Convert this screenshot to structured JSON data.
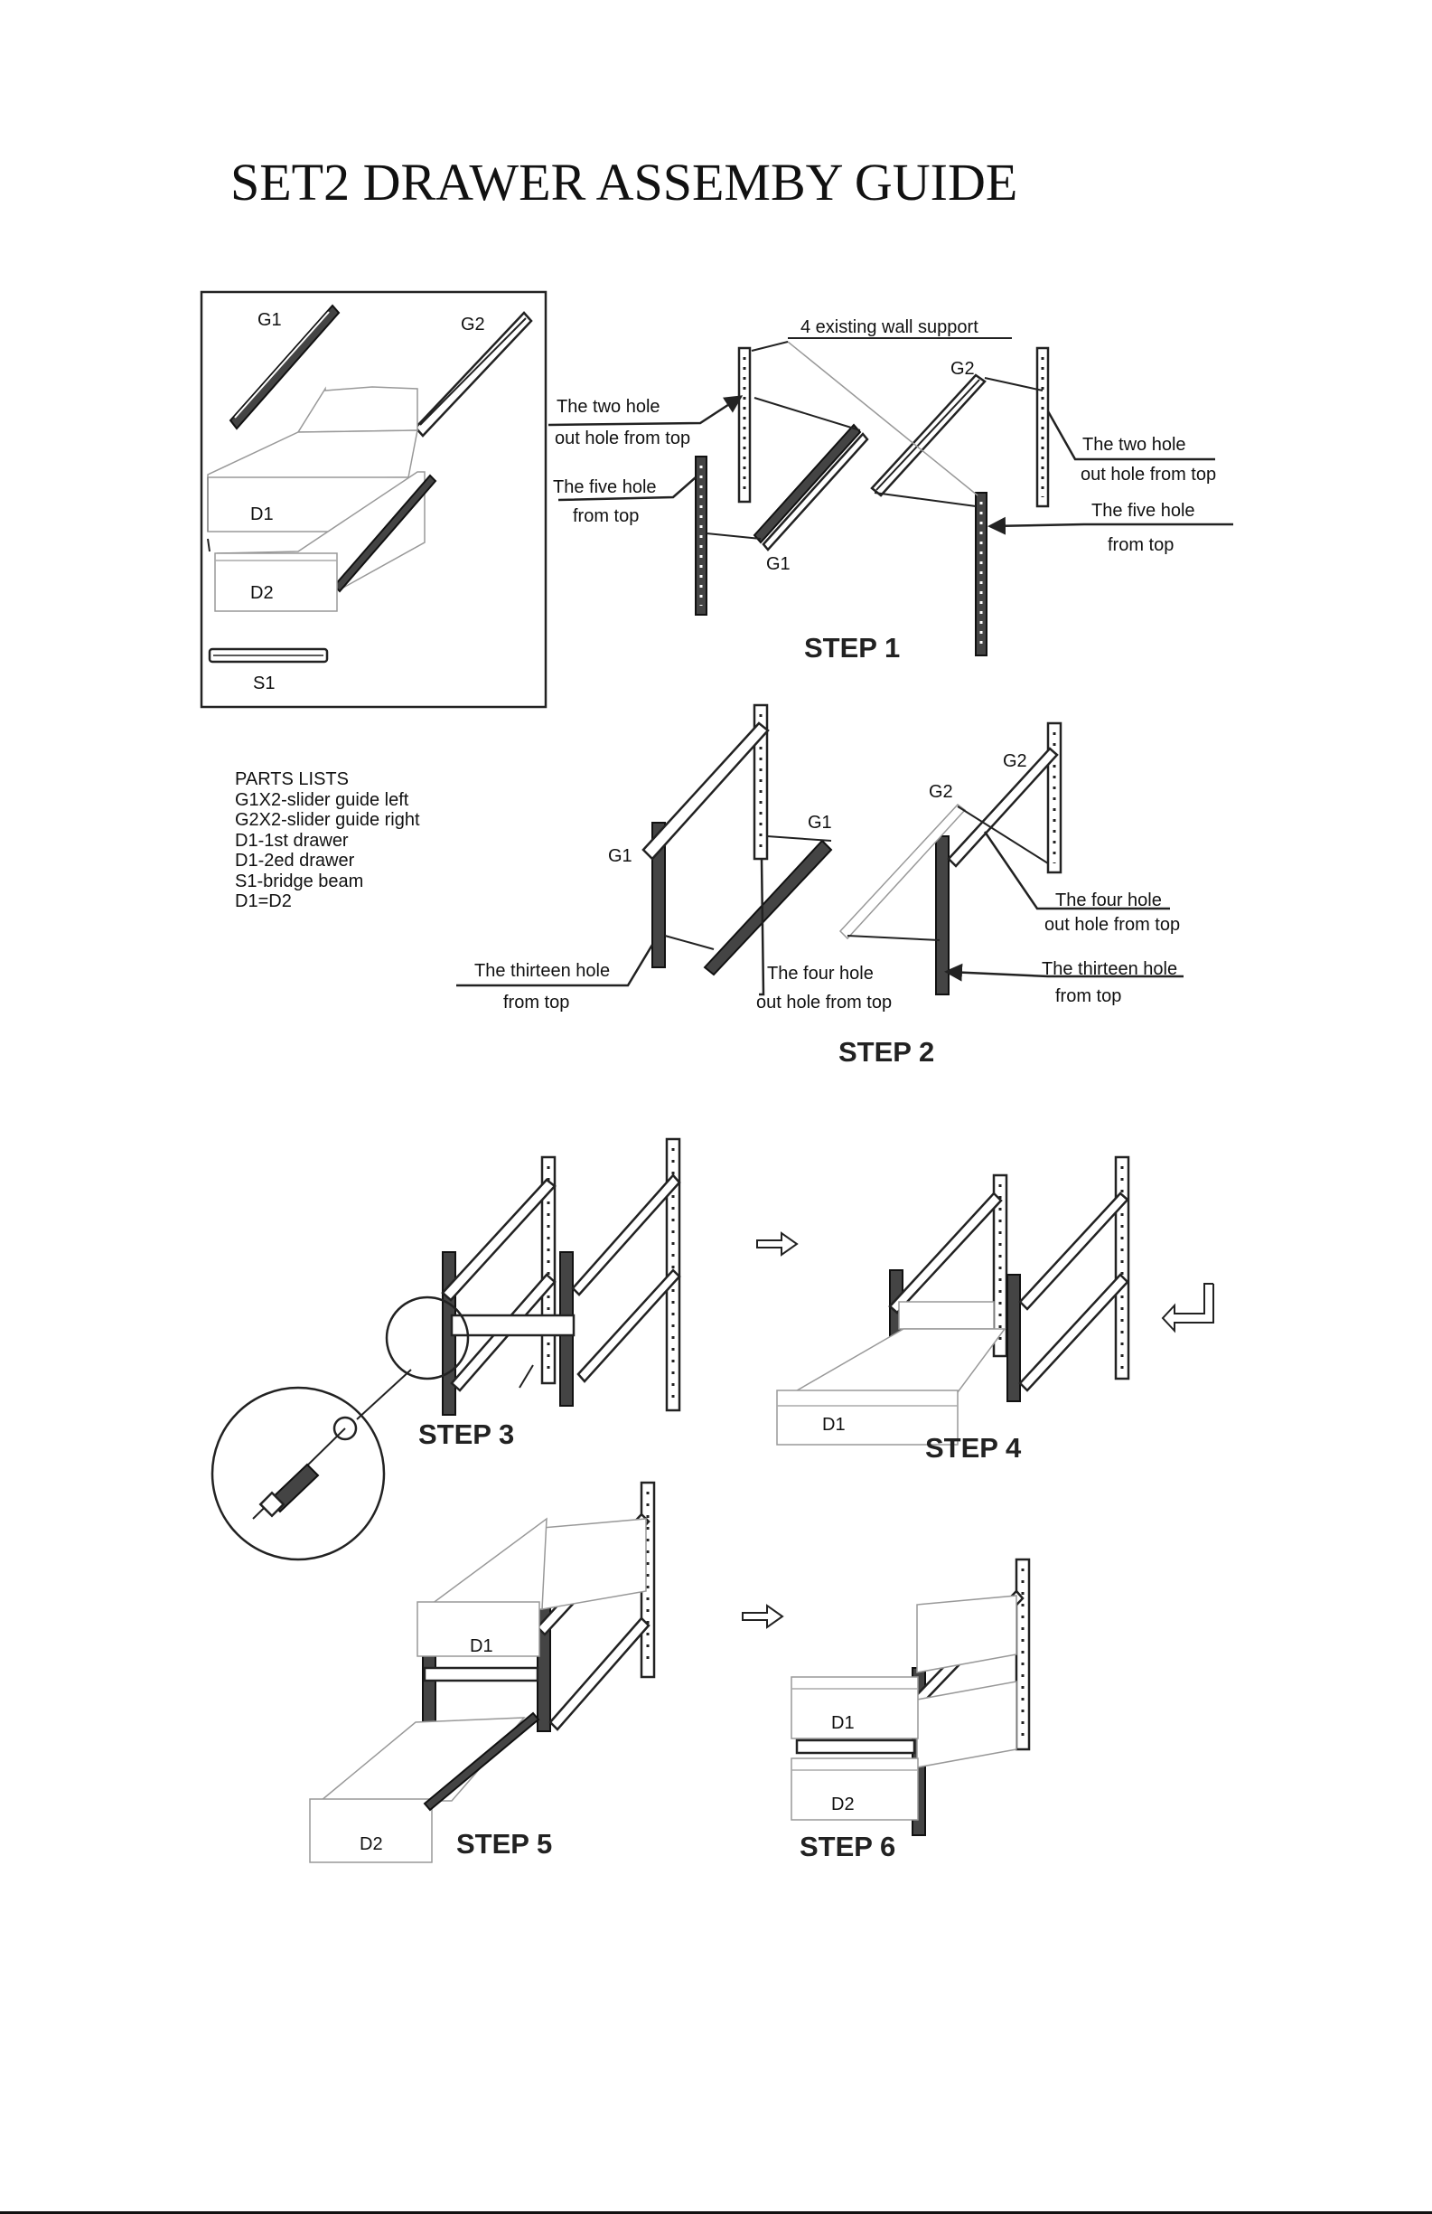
{
  "title": "SET2 DRAWER ASSEMBY GUIDE",
  "parts_box": {
    "g1": "G1",
    "g2": "G2",
    "d1": "D1",
    "d2": "D2",
    "s1": "S1"
  },
  "parts_list": {
    "heading": "PARTS LISTS",
    "items": [
      "G1X2-slider guide left",
      "G2X2-slider guide right",
      "D1-1st drawer",
      "D1-2ed drawer",
      "S1-bridge beam",
      "D1=D2"
    ]
  },
  "step1": {
    "label": "STEP 1",
    "wall_support": "4 existing wall support",
    "g1": "G1",
    "g2": "G2",
    "left_two_hole_1": "The two hole",
    "left_two_hole_2": "out hole from top",
    "left_five_hole_1": "The five hole",
    "left_five_hole_2": "from top",
    "right_two_hole_1": "The two hole",
    "right_two_hole_2": "out hole from top",
    "right_five_hole_1": "The five hole",
    "right_five_hole_2": "from top"
  },
  "step2": {
    "label": "STEP 2",
    "g1_left": "G1",
    "g1_right": "G1",
    "g2_left": "G2",
    "g2_right": "G2",
    "thirteen_left_1": "The thirteen hole",
    "thirteen_left_2": "from top",
    "four_mid_1": "The four hole",
    "four_mid_2": "out hole from top",
    "four_right_1": "The four hole",
    "four_right_2": "out hole from top",
    "thirteen_right_1": "The thirteen hole",
    "thirteen_right_2": "from top"
  },
  "step3": {
    "label": "STEP 3"
  },
  "step4": {
    "label": "STEP 4",
    "d1": "D1"
  },
  "step5": {
    "label": "STEP 5",
    "d1": "D1",
    "d2": "D2"
  },
  "step6": {
    "label": "STEP 6",
    "d1": "D1",
    "d2": "D2"
  }
}
